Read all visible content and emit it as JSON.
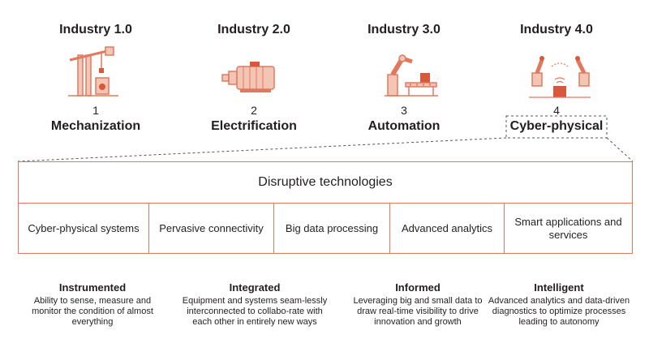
{
  "eras": [
    {
      "title": "Industry 1.0",
      "number": "1",
      "name": "Mechanization",
      "icon": "oil-pump-icon"
    },
    {
      "title": "Industry 2.0",
      "number": "2",
      "name": "Electrification",
      "icon": "electric-motor-icon"
    },
    {
      "title": "Industry 3.0",
      "number": "3",
      "name": "Automation",
      "icon": "robot-arm-conveyor-icon"
    },
    {
      "title": "Industry 4.0",
      "number": "4",
      "name": "Cyber-physical",
      "icon": "connected-robots-icon"
    }
  ],
  "disruptive": {
    "title": "Disruptive technologies",
    "items": [
      "Cyber-physical systems",
      "Pervasive connectivity",
      "Big data processing",
      "Advanced analytics",
      "Smart applications and services"
    ]
  },
  "capabilities": [
    {
      "title": "Instrumented",
      "desc": "Ability to sense, measure and monitor the condition of almost everything"
    },
    {
      "title": "Integrated",
      "desc": "Equipment and systems seam-lessly interconnected to collabo-rate with each other in entirely new ways"
    },
    {
      "title": "Informed",
      "desc": "Leveraging big and small data to draw real-time visibility to drive innovation and growth"
    },
    {
      "title": "Intelligent",
      "desc": "Advanced analytics and data-driven diagnostics to optimize processes leading to autonomy"
    }
  ],
  "colors": {
    "accent": "#e07a5f",
    "accent_dark": "#d9573a",
    "text": "#231f20"
  }
}
